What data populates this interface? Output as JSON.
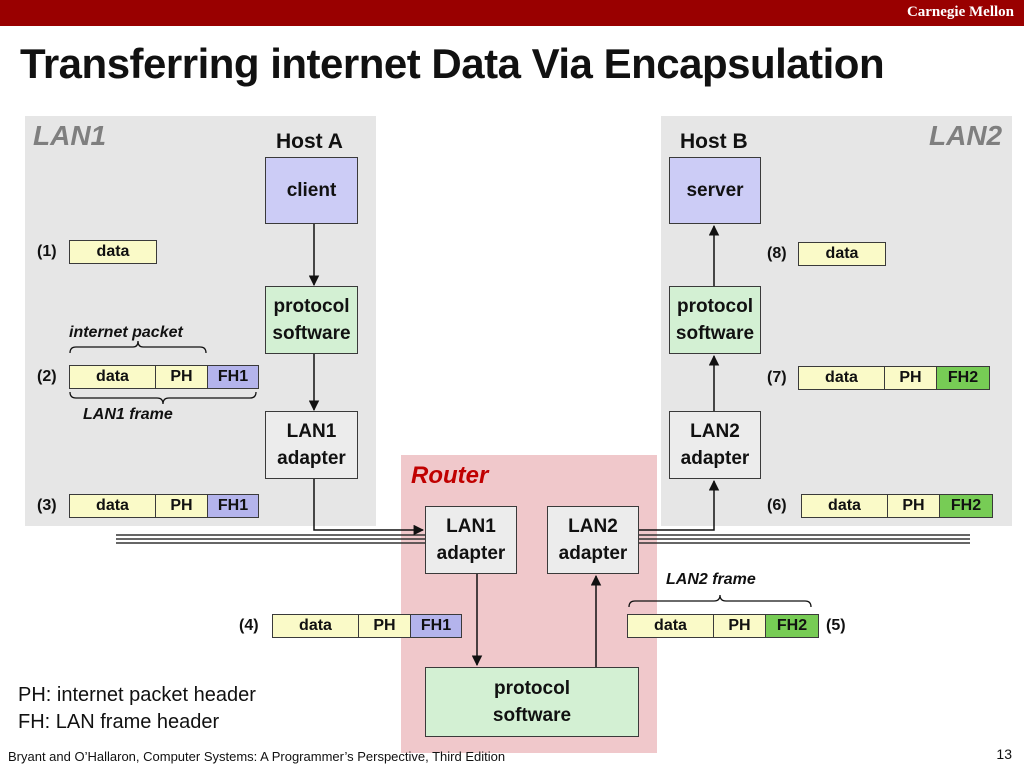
{
  "header": {
    "brand": "Carnegie Mellon",
    "title": "Transferring internet Data Via Encapsulation"
  },
  "lan1": {
    "label": "LAN1",
    "host_label": "Host A",
    "host_box": "client",
    "protocol": [
      "protocol",
      "software"
    ],
    "adapter": [
      "LAN1",
      "adapter"
    ]
  },
  "lan2": {
    "label": "LAN2",
    "host_label": "Host B",
    "host_box": "server",
    "protocol": [
      "protocol",
      "software"
    ],
    "adapter": [
      "LAN2",
      "adapter"
    ]
  },
  "router": {
    "label": "Router",
    "lan1_adapter": [
      "LAN1",
      "adapter"
    ],
    "lan2_adapter": [
      "LAN2",
      "adapter"
    ],
    "protocol": [
      "protocol",
      "software"
    ]
  },
  "steps": {
    "s1": "(1)",
    "s2": "(2)",
    "s3": "(3)",
    "s4": "(4)",
    "s5": "(5)",
    "s6": "(6)",
    "s7": "(7)",
    "s8": "(8)"
  },
  "packet_cells": {
    "data": "data",
    "ph": "PH",
    "fh1": "FH1",
    "fh2": "FH2"
  },
  "annotations": {
    "internet_packet": "internet packet",
    "lan1_frame": "LAN1 frame",
    "lan2_frame": "LAN2 frame"
  },
  "legend": [
    "PH: internet packet header",
    "FH: LAN frame header"
  ],
  "footer": "Bryant and O’Hallaron, Computer Systems: A Programmer’s Perspective, Third Edition",
  "page_number": "13",
  "colors": {
    "header_bar": "#990000",
    "host_box": "#ccccf6",
    "protocol_box": "#d3f0d3",
    "data_header_cell": "#fafac8",
    "fh1_cell": "#b4b4ec",
    "fh2_cell": "#77cc55",
    "router_region": "#f0c8cb",
    "lan_region": "#e6e6e6",
    "router_label": "#c00000"
  }
}
